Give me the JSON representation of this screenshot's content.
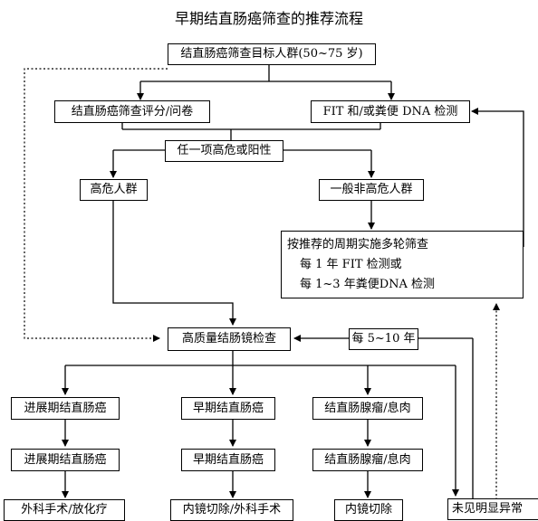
{
  "title": "早期结直肠癌筛查的推荐流程",
  "nodes": {
    "target": "结直肠癌筛查目标人群(50~75 岁)",
    "questionnaire": "结直肠癌筛查评分/问卷",
    "fit_dna": "FIT 和/或粪便 DNA 检测",
    "any_high": "任一项高危或阳性",
    "high_risk": "高危人群",
    "general_risk": "一般非高危人群",
    "periodic": {
      "line1": "按推荐的周期实施多轮筛查",
      "line2": "每 1 年 FIT 检测或",
      "line3": "每 1~3 年粪便DNA 检测"
    },
    "colonoscopy": "高质量结肠镜检查",
    "every_5_10": "每 5~10 年",
    "advanced_1": "进展期结直肠癌",
    "early_1": "早期结直肠癌",
    "adenoma_1": "结直肠腺瘤/息肉",
    "advanced_2": "进展期结直肠癌",
    "early_2": "早期结直肠癌",
    "adenoma_2": "结直肠腺瘤/息肉",
    "surgery": "外科手术/放化疗",
    "endo_surgery": "内镜切除/外科手术",
    "endo_resection": "内镜切除",
    "no_abnormal": "未见明显异常"
  }
}
